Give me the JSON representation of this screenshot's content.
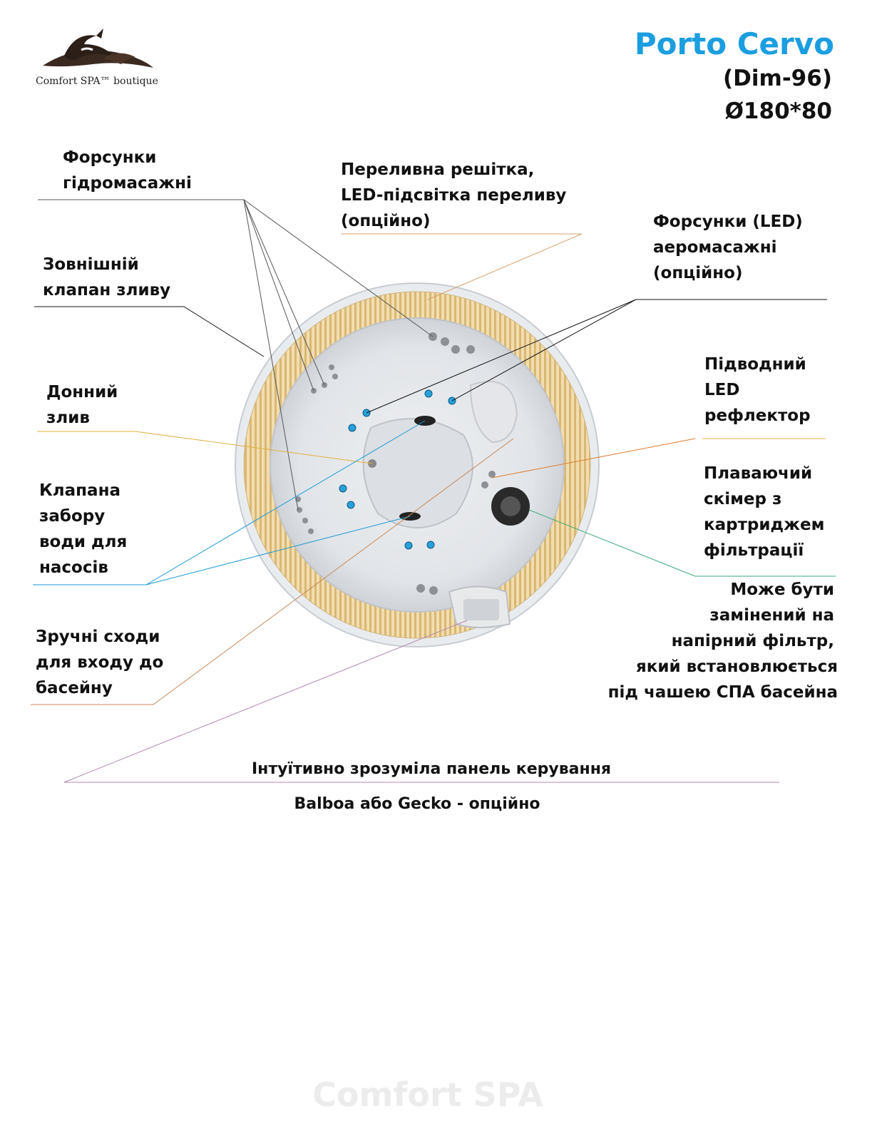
{
  "brand": {
    "logo_text": "Comfort SPA™ boutique",
    "watermark": "Comfort SPA"
  },
  "product": {
    "title": "Porto Cervo",
    "model": "(Dim-96)",
    "dimensions": "Ø180*80",
    "title_color": "#1b9ee0"
  },
  "labels": {
    "jets_hydro": [
      "Форсунки",
      "гідромасажні"
    ],
    "overflow_grill": [
      "Переливна решітка,",
      "LED-підсвітка переливу",
      "(опційно)"
    ],
    "jets_air": [
      "Форсунки (LED)",
      "аеромасажні",
      "(опційно)"
    ],
    "external_drain": [
      "Зовнішній",
      "клапан зливу"
    ],
    "bottom_drain": [
      "Донний",
      "злив"
    ],
    "underwater_led": [
      "Підводний",
      "LED",
      "рефлектор"
    ],
    "intake_valves": [
      "Клапана",
      "забору",
      "води для",
      "насосів"
    ],
    "skimmer": [
      "Плаваючий",
      "скімер з",
      "картриджем",
      "фільтрації"
    ],
    "pressure_filter": [
      "Може бути",
      "замінений на",
      "напірний фільтр,",
      "який встановлюється",
      "під чашею СПА басейна"
    ],
    "steps": [
      "Зручні сходи",
      "для входу до",
      "басейну"
    ],
    "control_panel": "Інтуїтивно зрозуміла панель керування",
    "control_panel_option": "Balboa або Gecko - опційно"
  },
  "icons": {
    "logo": "dolphin-logo-icon",
    "spa_tub": "round-spa-tub-illustration"
  }
}
